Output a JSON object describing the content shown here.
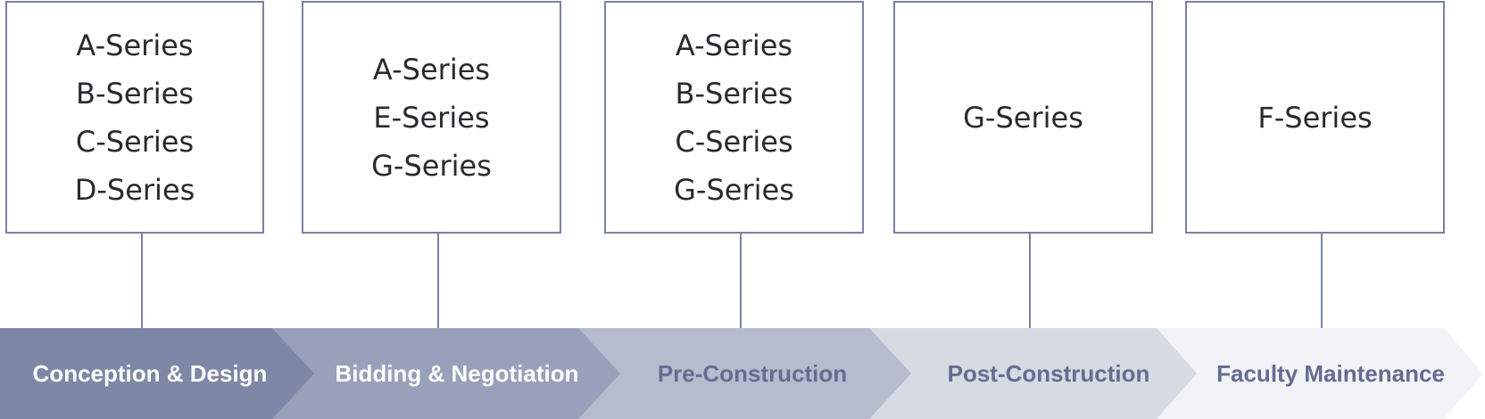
{
  "boxes": [
    {
      "items": [
        "A-Series",
        "B-Series",
        "C-Series",
        "D-Series"
      ]
    },
    {
      "items": [
        "A-Series",
        "E-Series",
        "G-Series"
      ]
    },
    {
      "items": [
        "A-Series",
        "B-Series",
        "C-Series",
        "G-Series"
      ]
    },
    {
      "items": [
        "G-Series"
      ]
    },
    {
      "items": [
        "F-Series"
      ]
    }
  ],
  "stages": [
    {
      "label": "Conception & Design",
      "fill": "#7f87a6",
      "text_color": "#ffffff"
    },
    {
      "label": "Bidding & Negotiation",
      "fill": "#99a0ba",
      "text_color": "#ffffff"
    },
    {
      "label": "Pre-Construction",
      "fill": "#b6bccd",
      "text_color": "#646c91"
    },
    {
      "label": "Post-Construction",
      "fill": "#d6dae3",
      "text_color": "#646c91"
    },
    {
      "label": "Faculty Maintenance",
      "fill": "#f1f3f6",
      "text_color": "#646c91"
    }
  ],
  "colors": {
    "border": "#7a82a0",
    "text": "#2a2a2e"
  }
}
